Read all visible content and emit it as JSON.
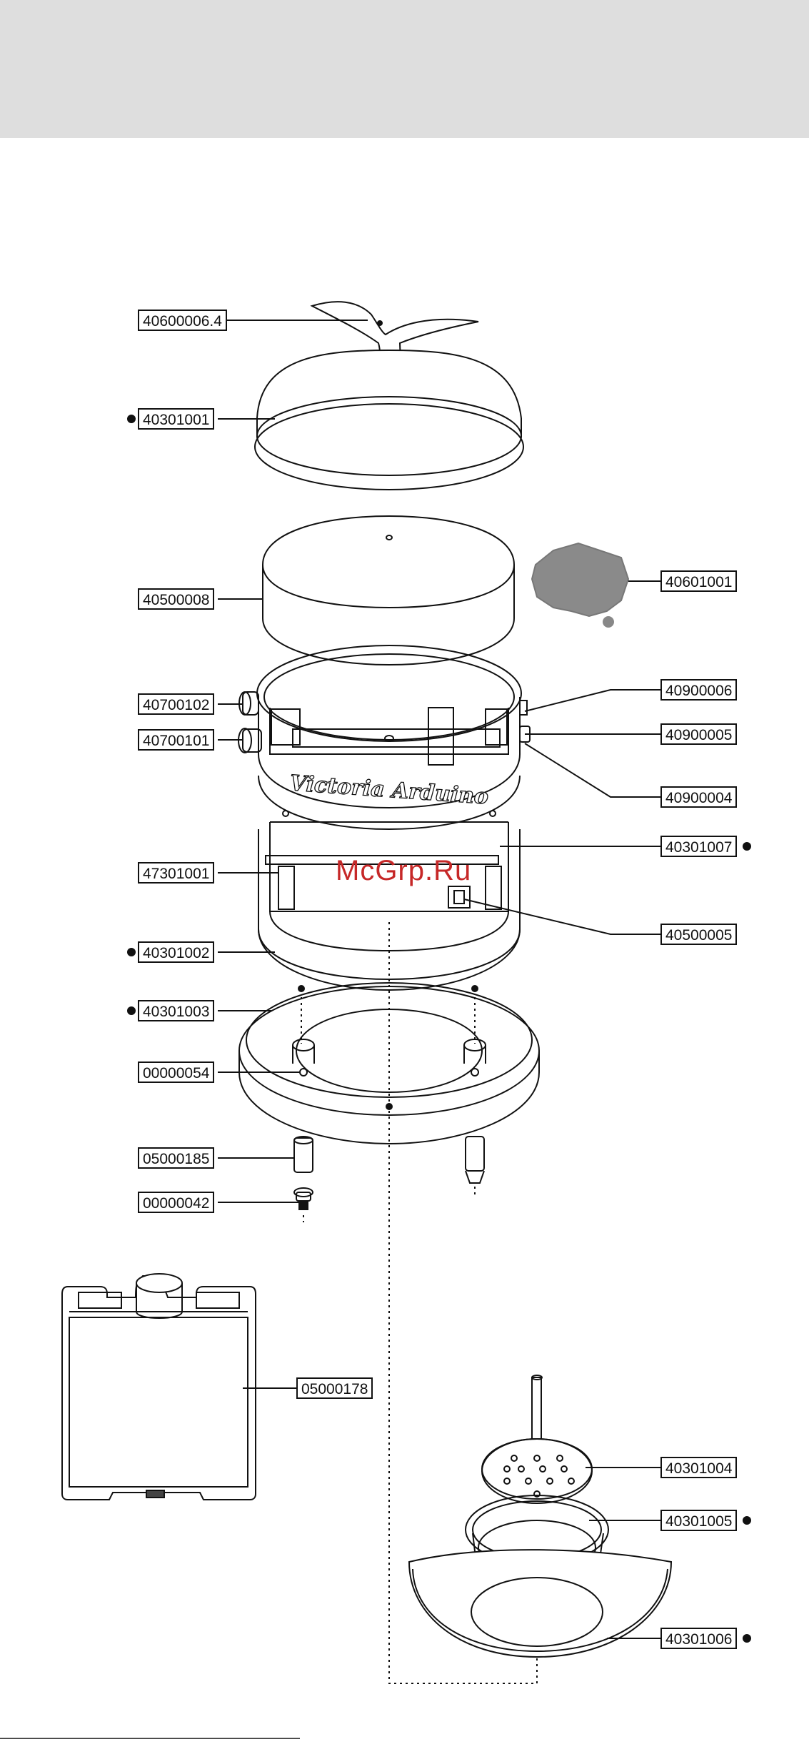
{
  "watermark": "McGrp.Ru",
  "brand": "Victoria Arduino",
  "parts": [
    {
      "id": "p1",
      "code": "40600006.4",
      "bullet": false
    },
    {
      "id": "p2",
      "code": "40301001",
      "bullet": true
    },
    {
      "id": "p3",
      "code": "40500008",
      "bullet": false
    },
    {
      "id": "p4",
      "code": "40601001",
      "bullet": false
    },
    {
      "id": "p5",
      "code": "40700102",
      "bullet": false
    },
    {
      "id": "p6",
      "code": "40700101",
      "bullet": false
    },
    {
      "id": "p7",
      "code": "40900006",
      "bullet": false
    },
    {
      "id": "p8",
      "code": "40900005",
      "bullet": false
    },
    {
      "id": "p9",
      "code": "40900004",
      "bullet": false
    },
    {
      "id": "p10",
      "code": "40301007",
      "bullet": true
    },
    {
      "id": "p11",
      "code": "47301001",
      "bullet": false
    },
    {
      "id": "p12",
      "code": "40500005",
      "bullet": false
    },
    {
      "id": "p13",
      "code": "40301002",
      "bullet": true
    },
    {
      "id": "p14",
      "code": "40301003",
      "bullet": true
    },
    {
      "id": "p15",
      "code": "00000054",
      "bullet": false
    },
    {
      "id": "p16",
      "code": "05000185",
      "bullet": false
    },
    {
      "id": "p17",
      "code": "00000042",
      "bullet": false
    },
    {
      "id": "p18",
      "code": "05000178",
      "bullet": false
    },
    {
      "id": "p19",
      "code": "40301004",
      "bullet": false
    },
    {
      "id": "p20",
      "code": "40301005",
      "bullet": true
    },
    {
      "id": "p21",
      "code": "40301006",
      "bullet": true
    }
  ]
}
